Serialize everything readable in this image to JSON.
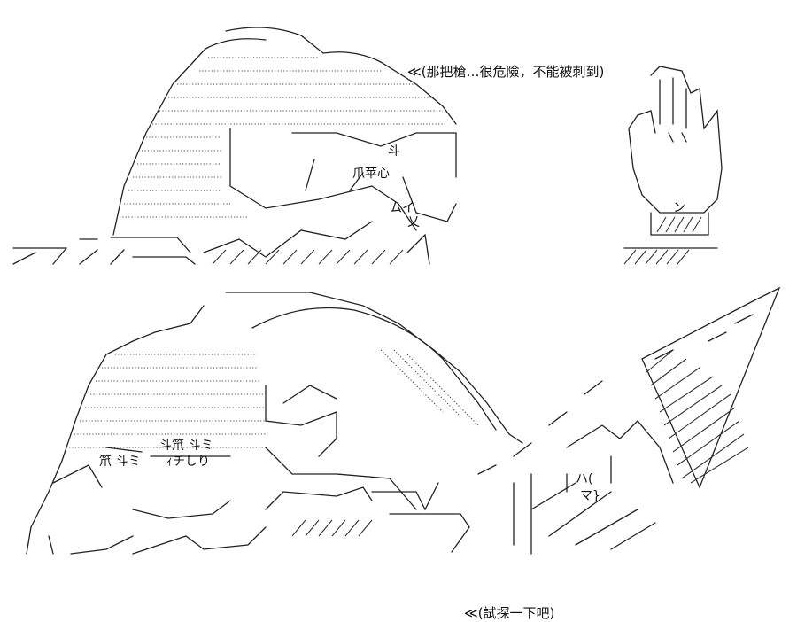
{
  "panels": [
    {
      "speech": "≪(那把槍…很危險，不能被刺到)",
      "art_text": [
        "爪苹心",
        "斗",
        "ムイ",
        "ン",
        "乂"
      ]
    },
    {
      "speech": "≪(試探一下吧)",
      "art_text": [
        "斗笊 斗ミ",
        "笊 斗ミ",
        "ｨチしり",
        "ハ(",
        "マ}"
      ]
    }
  ]
}
